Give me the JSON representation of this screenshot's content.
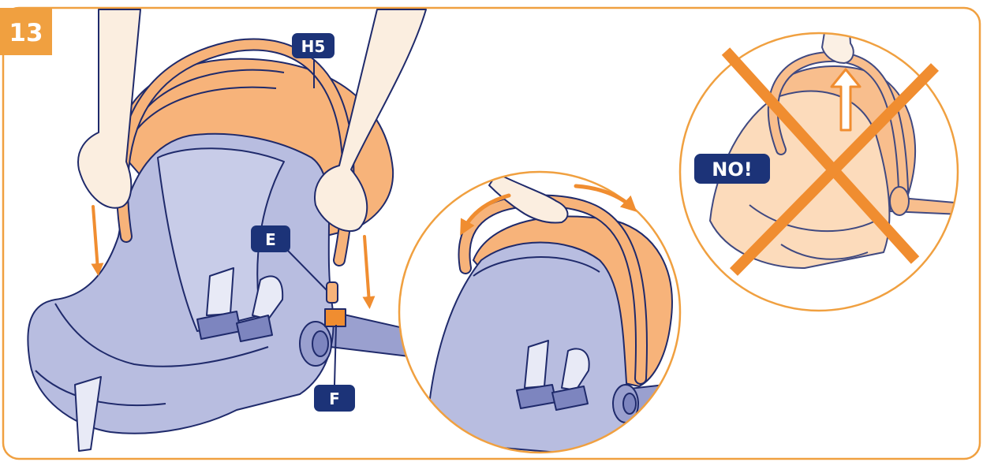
{
  "step": {
    "number": "13"
  },
  "labels": {
    "canopy": "H5",
    "latch": "E",
    "button": "F",
    "warning": "NO!"
  },
  "colors": {
    "frame": "#f0a040",
    "orange": "#f7b37a",
    "orange_dark": "#f08d30",
    "seat": "#b8bde0",
    "seat_dark": "#8f96c8",
    "outline": "#1f2a6b",
    "skin": "#fbeee0",
    "label_bg": "#1c3378",
    "label_text": "#ffffff"
  },
  "icons": [
    "arrow-down-icon",
    "swing-arrow-icon",
    "arrow-up-icon",
    "cross-icon"
  ]
}
